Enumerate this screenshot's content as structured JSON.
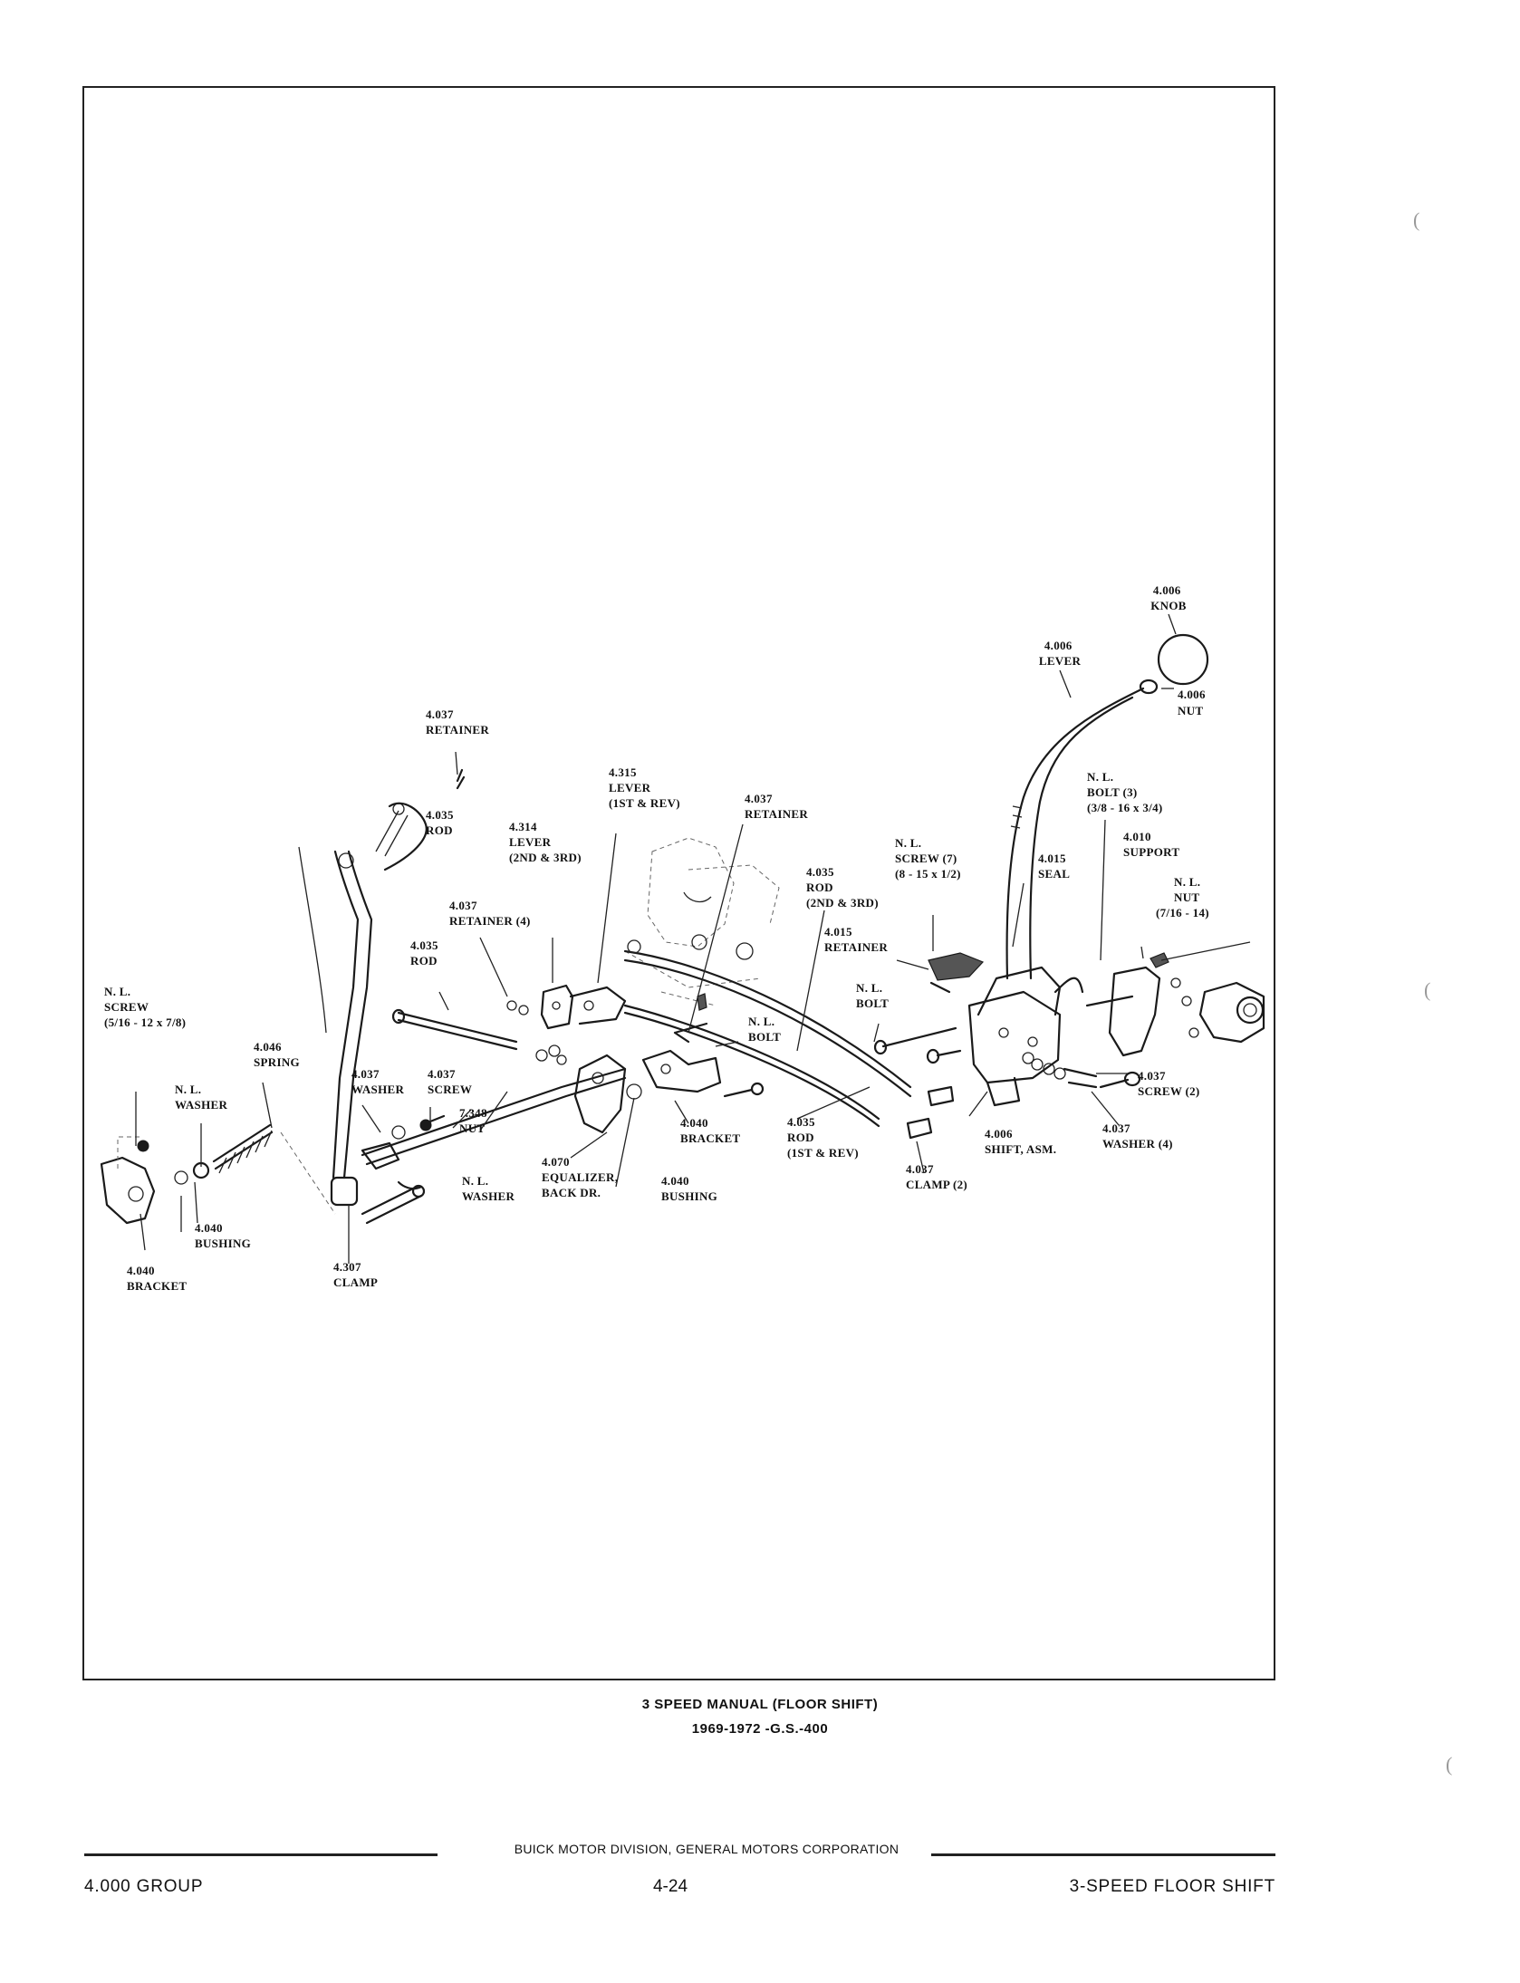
{
  "labels": {
    "knob": [
      "4.006",
      "KNOB"
    ],
    "lever": [
      "4.006",
      "LEVER"
    ],
    "nut_top": [
      "4.006",
      "NUT"
    ],
    "retainer_top": [
      "4.037",
      "RETAINER"
    ],
    "bolt_support": [
      "N. L.",
      "BOLT (3)",
      "(3/8 - 16 x 3/4)"
    ],
    "rod_upper": [
      "4.035",
      "ROD"
    ],
    "lever_1st": [
      "4.315",
      "LEVER",
      "(1ST & REV)"
    ],
    "retainer_mid": [
      "4.037",
      "RETAINER"
    ],
    "support": [
      "4.010",
      "SUPPORT"
    ],
    "lever_2nd": [
      "4.314",
      "LEVER",
      "(2ND & 3RD)"
    ],
    "screw_7": [
      "N. L.",
      "SCREW (7)",
      "(8 - 15 x 1/2)"
    ],
    "seal": [
      "4.015",
      "SEAL"
    ],
    "nut_support": [
      "N. L.",
      "NUT",
      "(7/16 - 14)"
    ],
    "rod_2nd": [
      "4.035",
      "ROD",
      "(2ND & 3RD)"
    ],
    "retainer_4": [
      "4.037",
      "RETAINER (4)"
    ],
    "retainer_sh": [
      "4.015",
      "RETAINER"
    ],
    "rod_left": [
      "4.035",
      "ROD"
    ],
    "bolt_nl": [
      "N. L.",
      "BOLT"
    ],
    "bolt_mid": [
      "N. L.",
      "BOLT"
    ],
    "screw_left": [
      "N. L.",
      "SCREW",
      "(5/16 - 12 x 7/8)"
    ],
    "spring": [
      "4.046",
      "SPRING"
    ],
    "washer_037": [
      "4.037",
      "WASHER"
    ],
    "screw_037": [
      "4.037",
      "SCREW"
    ],
    "screw_2": [
      "4.037",
      "SCREW (2)"
    ],
    "washer_nl_left": [
      "N. L.",
      "WASHER"
    ],
    "nut_7348": [
      "7.348",
      "NUT"
    ],
    "bracket_mid": [
      "4.040",
      "BRACKET"
    ],
    "rod_1st": [
      "4.035",
      "ROD",
      "(1ST & REV)"
    ],
    "shift_asm": [
      "4.006",
      "SHIFT, ASM."
    ],
    "washer_4": [
      "4.037",
      "WASHER (4)"
    ],
    "equalizer": [
      "4.070",
      "EQUALIZER,",
      "BACK DR."
    ],
    "washer_nl_mid": [
      "N. L.",
      "WASHER"
    ],
    "bushing_mid": [
      "4.040",
      "BUSHING"
    ],
    "clamp_2": [
      "4.037",
      "CLAMP (2)"
    ],
    "bushing_left": [
      "4.040",
      "BUSHING"
    ],
    "bracket_left": [
      "4.040",
      "BRACKET"
    ],
    "clamp_307": [
      "4.307",
      "CLAMP"
    ]
  },
  "caption": {
    "line1": "3 SPEED MANUAL (FLOOR SHIFT)",
    "line2": "1969-1972 -G.S.-400"
  },
  "footer": {
    "publisher": "BUICK MOTOR DIVISION, GENERAL MOTORS CORPORATION",
    "group": "4.000 GROUP",
    "page": "4-24",
    "section": "3-SPEED FLOOR SHIFT"
  }
}
